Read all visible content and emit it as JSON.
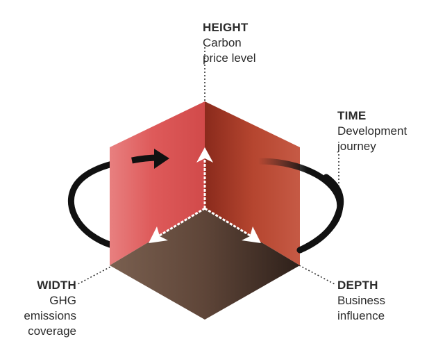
{
  "labels": {
    "height": {
      "heading": "HEIGHT",
      "line1": "Carbon",
      "line2": "price level"
    },
    "time": {
      "heading": "TIME",
      "line1": "Development",
      "line2": "journey"
    },
    "width": {
      "heading": "WIDTH",
      "line1": "GHG",
      "line2": "emissions",
      "line3": "coverage"
    },
    "depth": {
      "heading": "DEPTH",
      "line1": "Business",
      "line2": "influence"
    }
  },
  "colors": {
    "left_face": "#de5a5a",
    "right_face": "#b24a34",
    "bottom_face": "#5e4538",
    "axis_arrows": "#ffffff",
    "rotation_arrow": "#111111",
    "dotted_lines": "#333333",
    "text": "#2b2b2b"
  }
}
